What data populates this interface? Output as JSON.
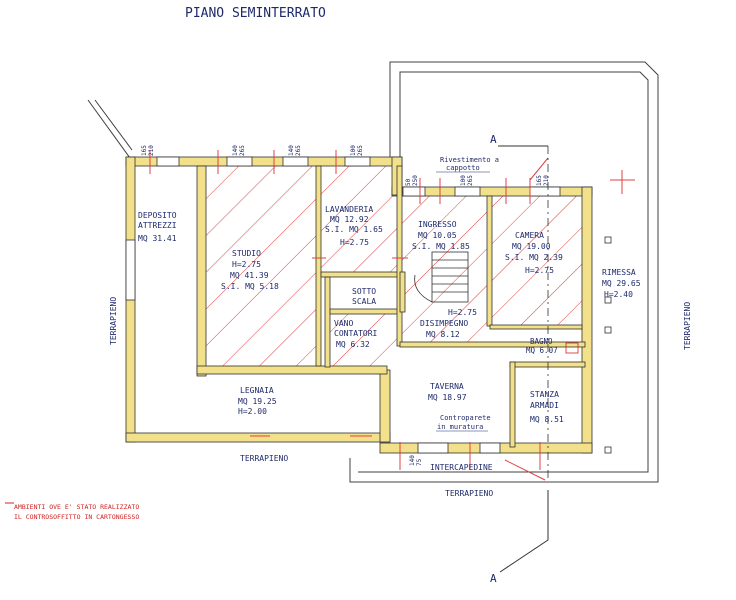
{
  "title": "PIANO SEMINTERRATO",
  "section_mark": "A",
  "note": [
    "Rivestimento a",
    "cappotto"
  ],
  "legend": [
    "AMBIENTI OVE E' STATO REALIZZATO",
    "IL CONTROSOFFITTO IN CARTONGESSO"
  ],
  "terrapieno": "TERRAPIENO",
  "intercapedine": "INTERCAPEDINE",
  "controparete": [
    "Controparete",
    "in muratura"
  ],
  "rooms": {
    "deposito": [
      "DEPOSITO",
      "ATTREZZI",
      "MQ  31.41"
    ],
    "studio": [
      "STUDIO",
      "H=2.75",
      "MQ  41.39",
      "S.I. MQ  5.18"
    ],
    "lavanderia": [
      "LAVANDERIA",
      "MQ  12.92",
      "S.I. MQ  1.65",
      "H=2.75"
    ],
    "ingresso": [
      "INGRESSO",
      "MQ  10.05",
      "S.I. MQ  1.85"
    ],
    "camera": [
      "CAMERA",
      "MQ  19.00",
      "S.I. MQ  2.39",
      "H=2.75"
    ],
    "rimessa": [
      "RIMESSA",
      "MQ  29.65",
      "H=2.40"
    ],
    "sotto_scala": [
      "SOTTO",
      "SCALA"
    ],
    "vano": [
      "VANO",
      "CONTATORI",
      "MQ  6.32"
    ],
    "disimpegno": [
      "H=2.75",
      "DISIMPEGNO",
      "MQ  8.12"
    ],
    "bagno": [
      "BAGNO",
      "MQ  6.07"
    ],
    "legnaia": [
      "LEGNAIA",
      "MQ  19.25",
      "H=2.00"
    ],
    "taverna": [
      "TAVERNA",
      "MQ  18.97"
    ],
    "stanza": [
      "STANZA",
      "ARMADI",
      "MQ  8.51"
    ]
  },
  "window_dims": [
    "165",
    "210",
    "140",
    "265",
    "140",
    "265",
    "100",
    "265",
    "50",
    "250",
    "100",
    "265",
    "165",
    "210",
    "140",
    "75"
  ],
  "colors": {
    "wall": "#f2e08a",
    "wall_line": "#303030",
    "text": "#1f2a6b",
    "hatch": "#e04040",
    "red": "#d42020"
  }
}
